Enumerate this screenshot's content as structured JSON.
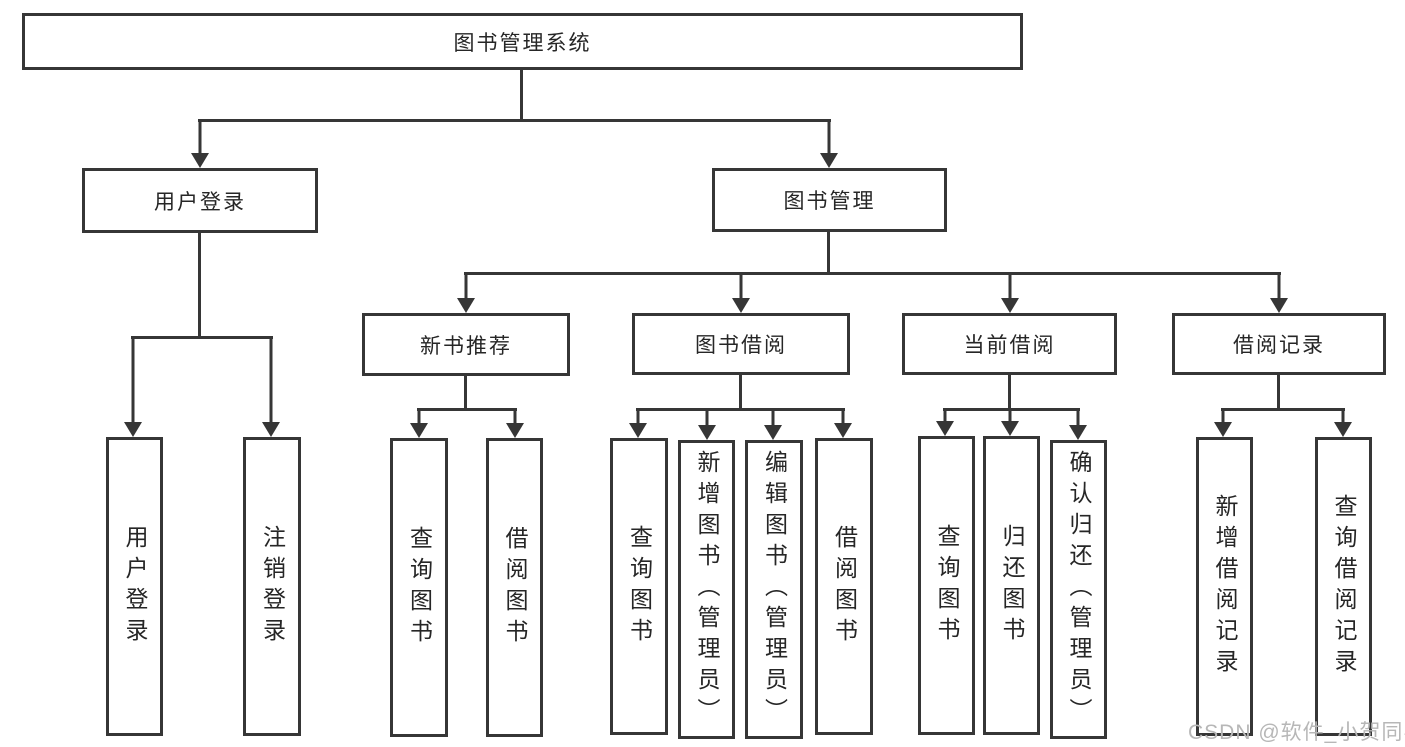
{
  "tree": {
    "root": {
      "label": "图书管理系统"
    },
    "branches": [
      {
        "label": "用户登录",
        "children": [
          {
            "label": "用户登录"
          },
          {
            "label": "注销登录"
          }
        ]
      },
      {
        "label": "图书管理",
        "children": [
          {
            "label": "新书推荐",
            "children": [
              {
                "label": "查询图书"
              },
              {
                "label": "借阅图书"
              }
            ]
          },
          {
            "label": "图书借阅",
            "children": [
              {
                "label": "查询图书"
              },
              {
                "label": "新增图书（管理员）"
              },
              {
                "label": "编辑图书（管理员）"
              },
              {
                "label": "借阅图书"
              }
            ]
          },
          {
            "label": "当前借阅",
            "children": [
              {
                "label": "查询图书"
              },
              {
                "label": "归还图书"
              },
              {
                "label": "确认归还（管理员）"
              }
            ]
          },
          {
            "label": "借阅记录",
            "children": [
              {
                "label": "新增借阅记录"
              },
              {
                "label": "查询借阅记录"
              }
            ]
          }
        ]
      }
    ]
  },
  "watermark": {
    "text": "CSDN @软件_小贺同学"
  },
  "colors": {
    "line": "#363636",
    "text": "#262626",
    "watermark": "#b7b7b7",
    "background": "#ffffff"
  }
}
